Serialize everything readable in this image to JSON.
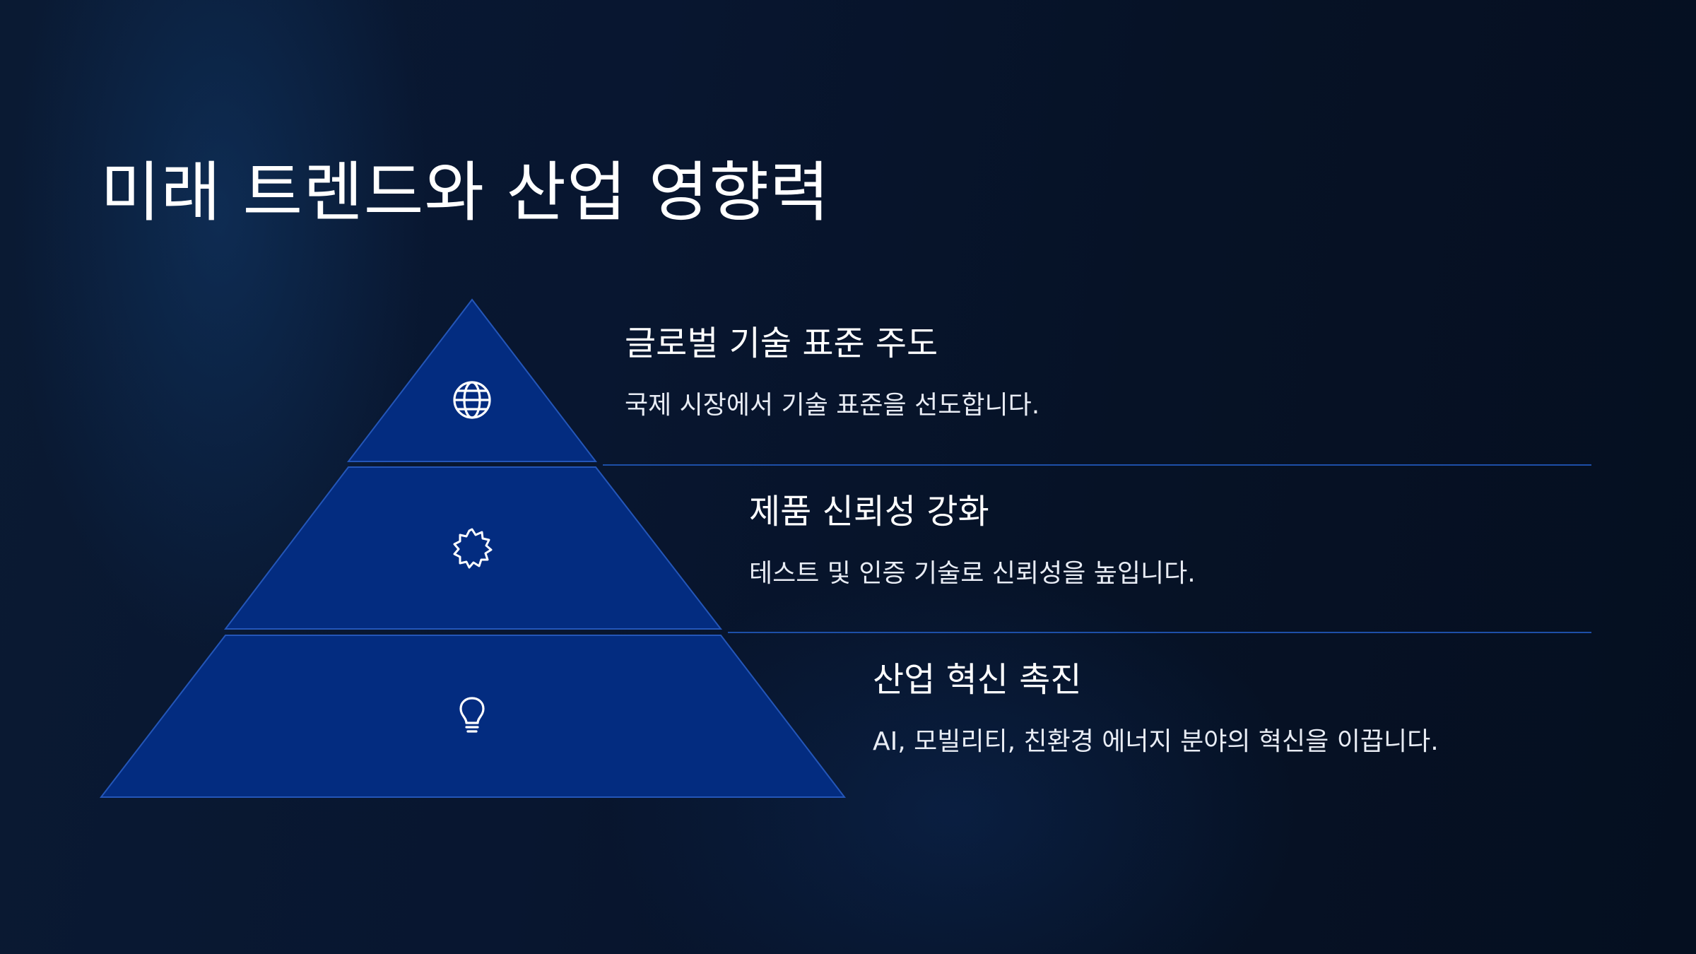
{
  "slide": {
    "title": "미래 트렌드와 산업 영향력"
  },
  "tiers": [
    {
      "icon": "globe-icon",
      "heading": "글로벌 기술 표준 주도",
      "description": "국제 시장에서 기술 표준을 선도합니다."
    },
    {
      "icon": "badge-icon",
      "heading": "제품 신뢰성 강화",
      "description": "테스트 및 인증 기술로 신뢰성을 높입니다."
    },
    {
      "icon": "lightbulb-icon",
      "heading": "산업 혁신 촉진",
      "description": "AI, 모빌리티, 친환경 에너지 분야의 혁신을 이끕니다."
    }
  ],
  "colors": {
    "tier_fill": "#032c80",
    "tier_stroke": "#2456b8",
    "divider": "#1d4fa8",
    "text": "#ffffff"
  }
}
